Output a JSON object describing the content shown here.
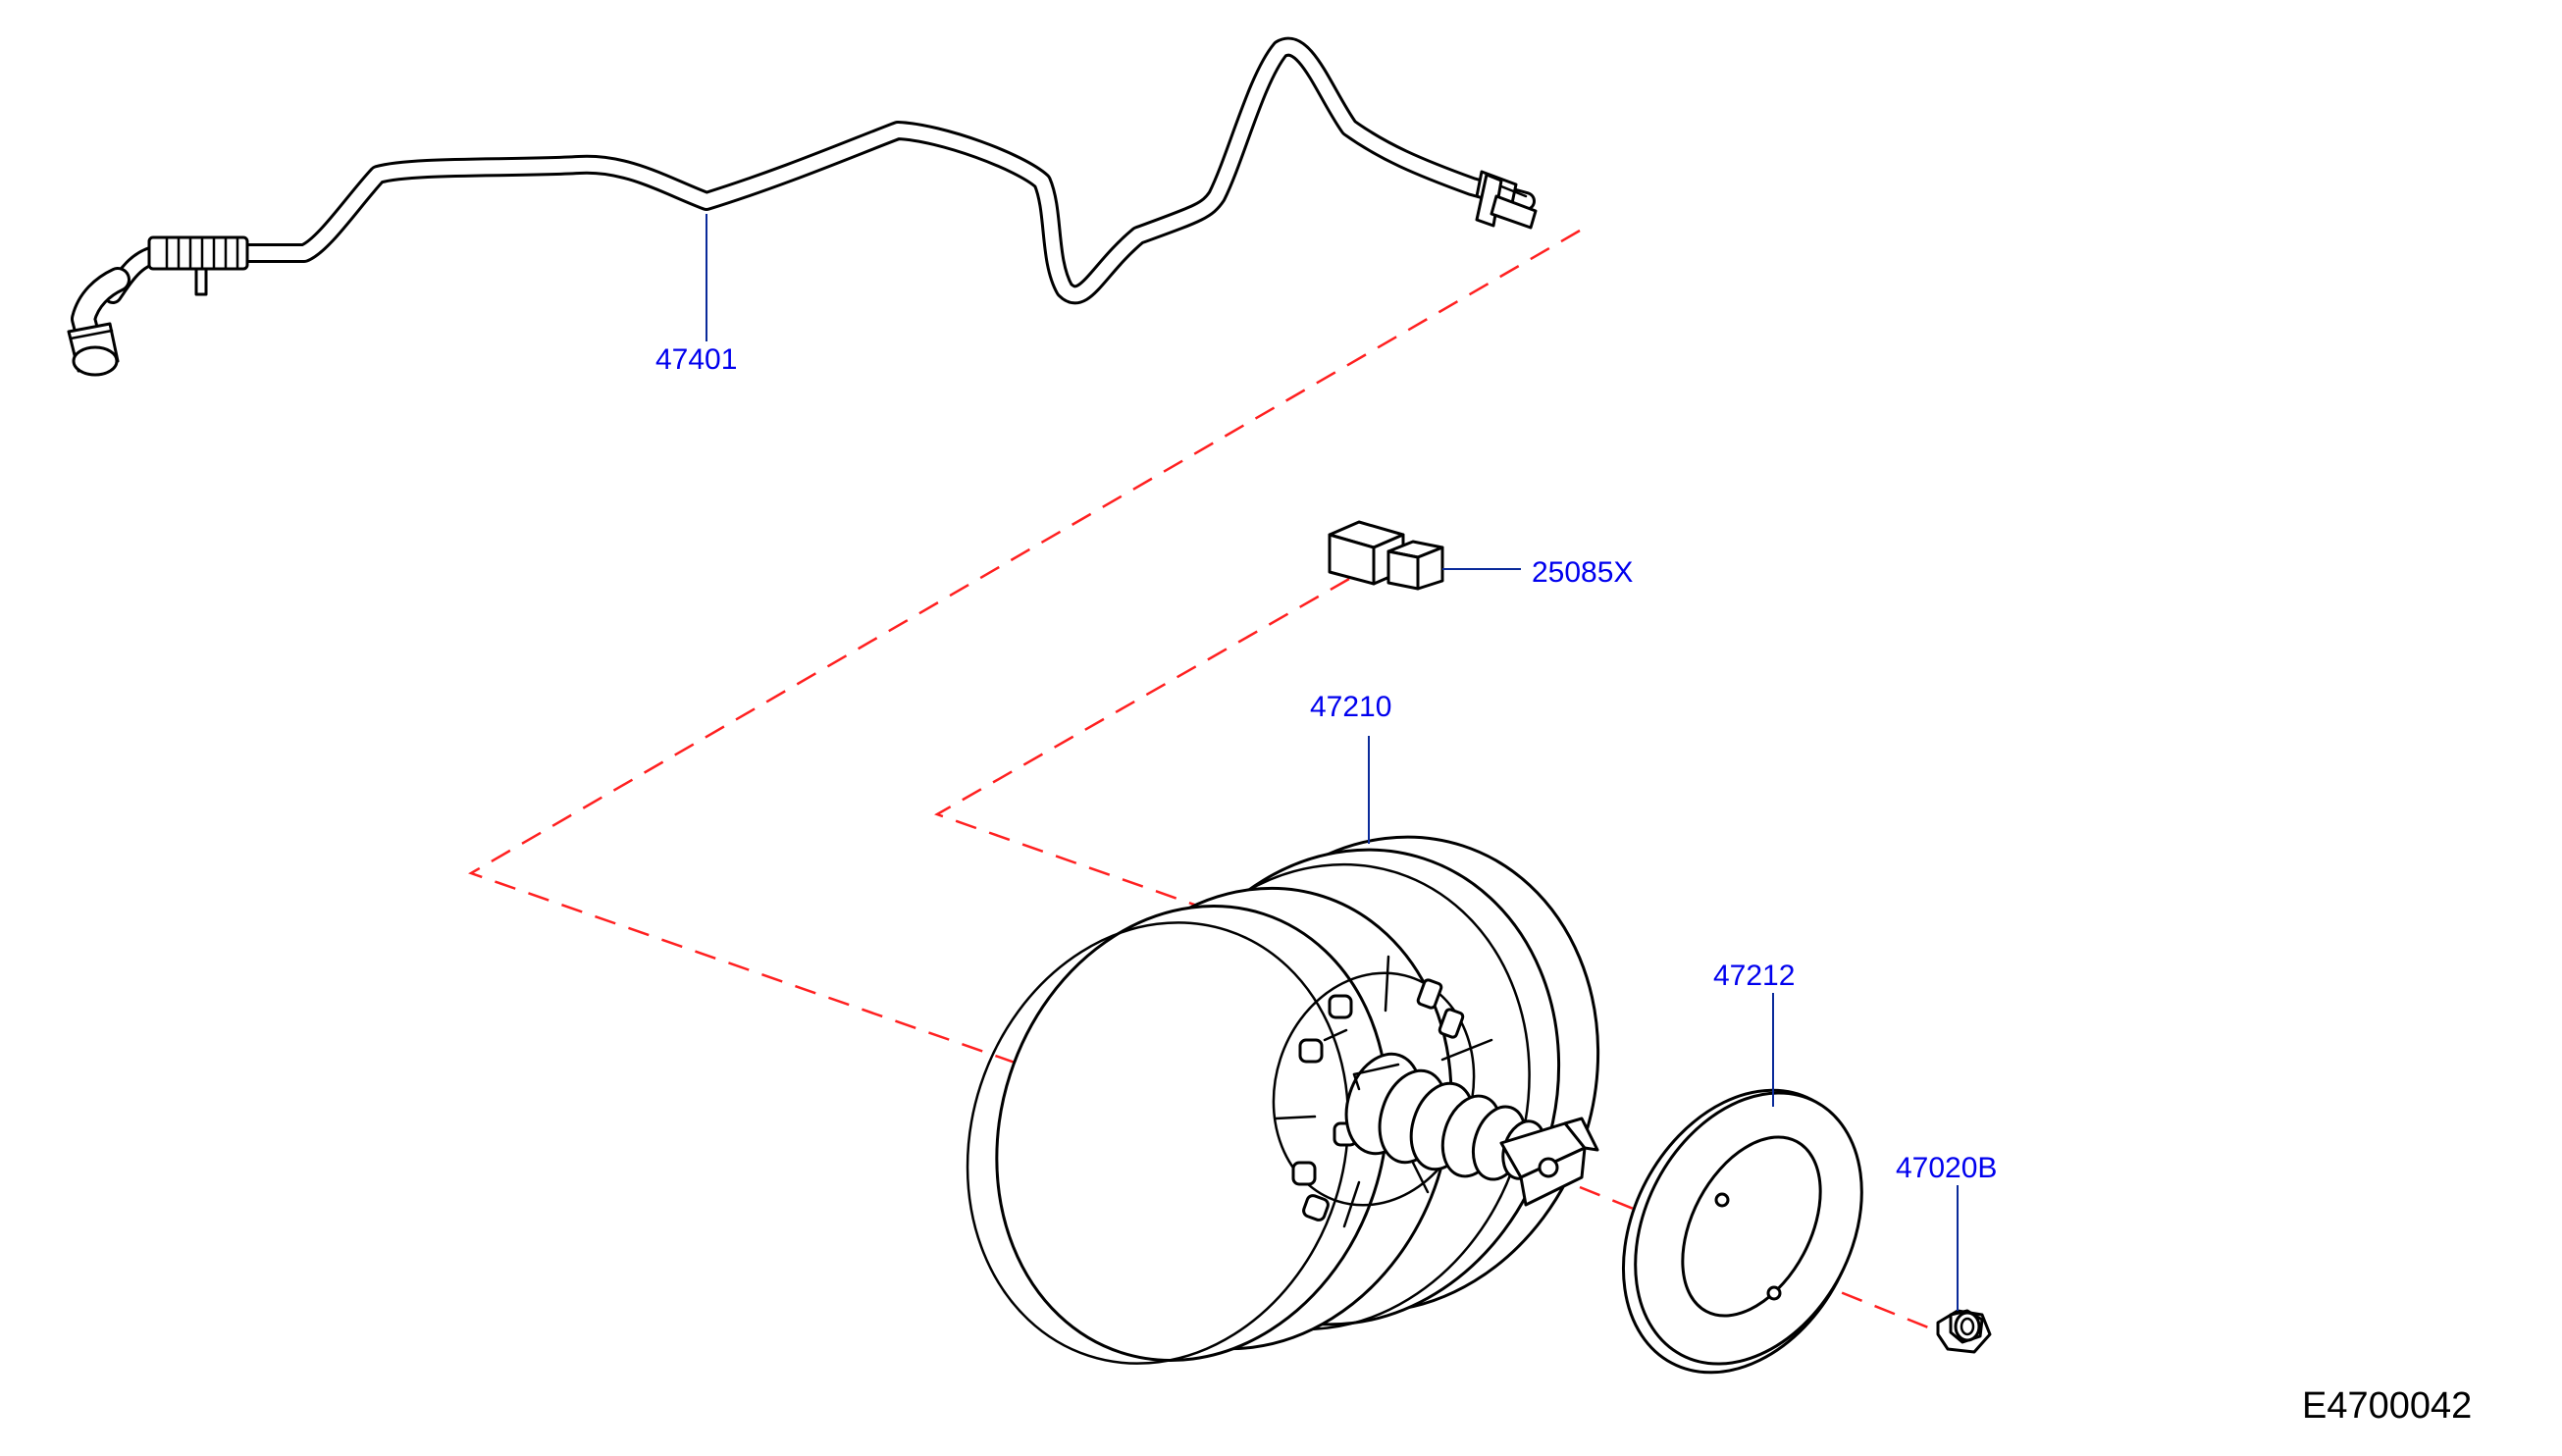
{
  "colors": {
    "label": "#0000ee",
    "leader": "#0a2a9a",
    "dash": "#ff2020",
    "line": "#000000"
  },
  "parts": {
    "brake_tube": {
      "number": "47401"
    },
    "check_valve_clip": {
      "number": "25085X"
    },
    "booster_assembly": {
      "number": "47210"
    },
    "gasket": {
      "number": "47212"
    },
    "nut": {
      "number": "47020B"
    }
  },
  "diagram_id": "E4700042"
}
